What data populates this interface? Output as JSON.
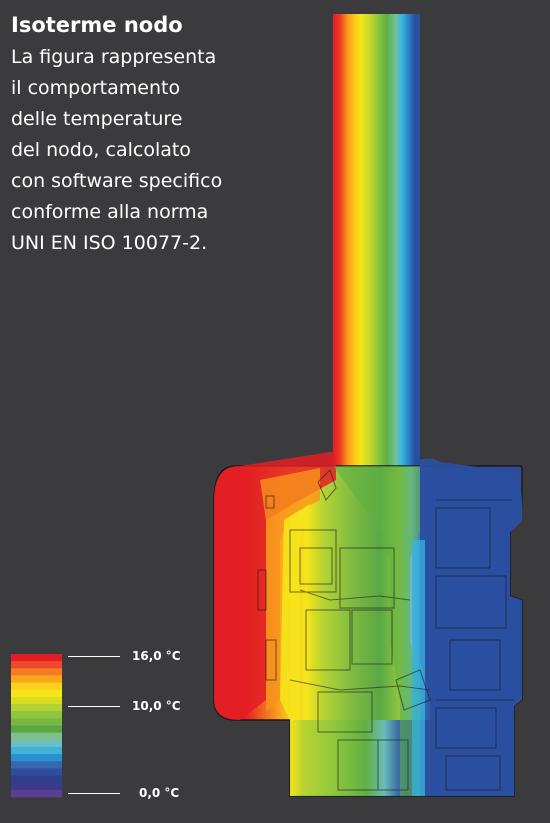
{
  "heading": {
    "title": "Isoterme nodo",
    "lines": [
      "La figura rappresenta",
      "il comportamento",
      "delle temperature",
      "del nodo, calcolato",
      "con software specifico",
      "conforme alla norma",
      "UNI EN ISO 10077-2."
    ]
  },
  "legend": {
    "labels": [
      "16,0 °C",
      "10,0 °C",
      "0,0 °C"
    ],
    "bands": [
      "#e31e24",
      "#ec4a2a",
      "#f47d22",
      "#f9a61a",
      "#fcd01c",
      "#f6e51b",
      "#d8de1f",
      "#b2d235",
      "#8dc63f",
      "#7ab843",
      "#5aa844",
      "#7fc08a",
      "#6bbec6",
      "#3fb2d8",
      "#2d8fcf",
      "#3468b0",
      "#2f4d9d",
      "#2f3f8d",
      "#3a3a88",
      "#5a3e93"
    ]
  },
  "isotherm_colors": {
    "red": "#e31e24",
    "orange": "#f7941d",
    "yellow": "#f6e51b",
    "yellow_green": "#b2d235",
    "green": "#5fb043",
    "cyan": "#35b4e0",
    "blue": "#2b4fa0",
    "outline": "#1a1a1a"
  }
}
